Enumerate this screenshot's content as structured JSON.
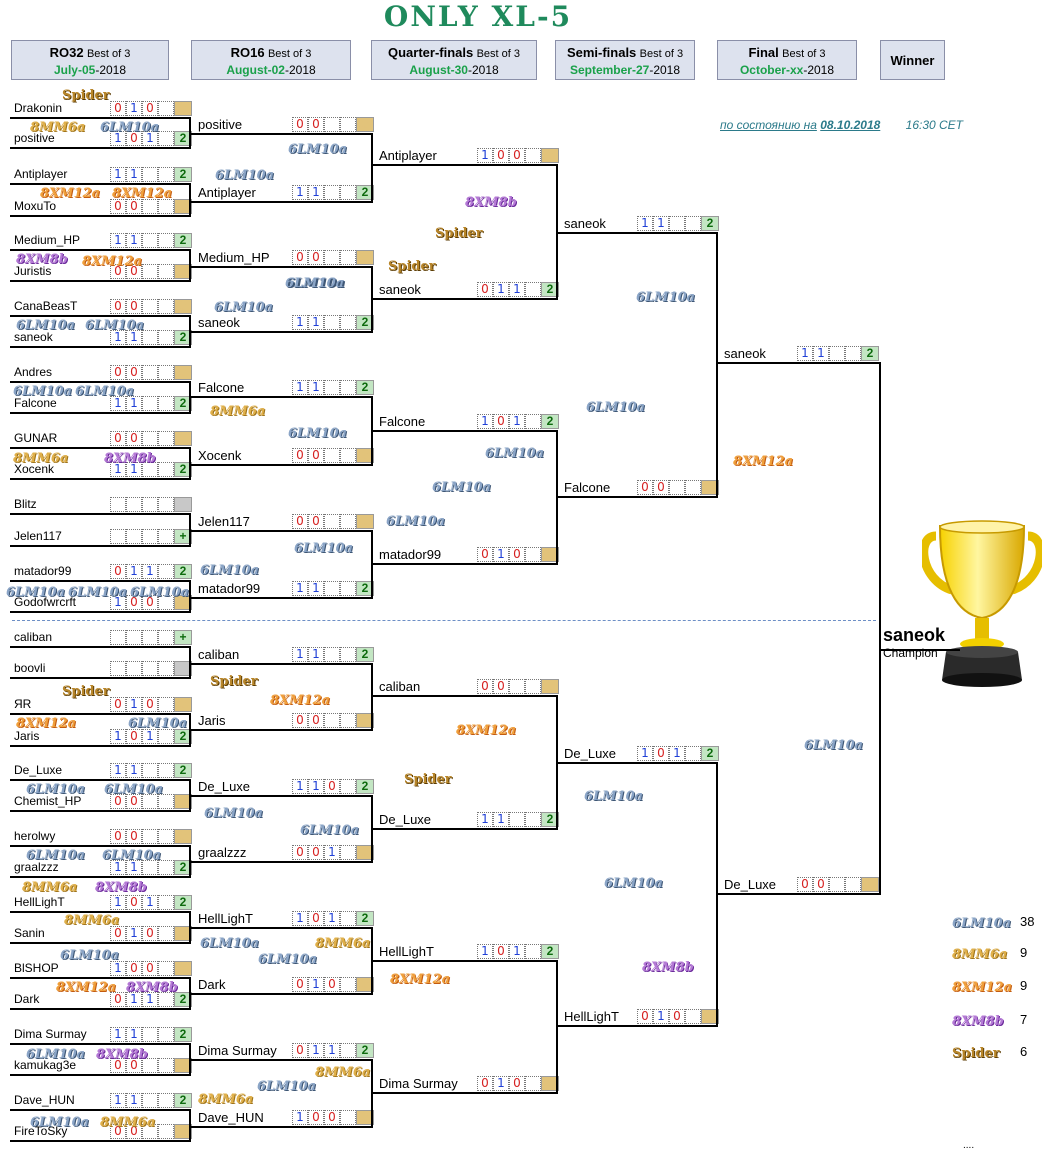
{
  "title": "ONLY XL-5",
  "status": {
    "prefix": "по состоянию на",
    "date": "08.10.2018",
    "time": "16:30 CET"
  },
  "rounds": [
    {
      "name": "RO32",
      "format": "Best of 3",
      "date": "July-05",
      "year": "-2018"
    },
    {
      "name": "RO16",
      "format": "Best of 3",
      "date": "August-02",
      "year": "-2018"
    },
    {
      "name": "Quarter-finals",
      "format": "Best of 3",
      "date": "August-30",
      "year": "-2018"
    },
    {
      "name": "Semi-finals",
      "format": "Best of 3",
      "date": "September-27",
      "year": "-2018"
    },
    {
      "name": "Final",
      "format": "Best of 3",
      "date": "October-xx",
      "year": "-2018"
    }
  ],
  "winner_header": "Winner",
  "champion": {
    "name": "saneok",
    "label": "Champion"
  },
  "colors": {
    "header_bg": "#dde2ee",
    "date_green": "#1aa14a",
    "win_box": "#c3e6c3",
    "loss_box": "#e2c37a",
    "game_win": "#1f3fd6",
    "game_loss": "#d62020"
  },
  "slots": [
    {
      "n": "Drakonin",
      "g": [
        "0",
        "1",
        "0"
      ],
      "t": "0"
    },
    {
      "n": "positive",
      "g": [
        "1",
        "0",
        "1"
      ],
      "t": "2"
    },
    {
      "n": "Antiplayer",
      "g": [
        "1",
        "1"
      ],
      "t": "2"
    },
    {
      "n": "MoxuTo",
      "g": [
        "0",
        "0"
      ],
      "t": "0"
    },
    {
      "n": "Medium_HP",
      "g": [
        "1",
        "1"
      ],
      "t": "2"
    },
    {
      "n": "Juristis",
      "g": [
        "0",
        "0"
      ],
      "t": "0"
    },
    {
      "n": "CanaBeasT",
      "g": [
        "0",
        "0"
      ],
      "t": "0"
    },
    {
      "n": "saneok",
      "g": [
        "1",
        "1"
      ],
      "t": "2"
    },
    {
      "n": "Andres",
      "g": [
        "0",
        "0"
      ],
      "t": "0"
    },
    {
      "n": "Falcone",
      "g": [
        "1",
        "1"
      ],
      "t": "2"
    },
    {
      "n": "GUNAR",
      "g": [
        "0",
        "0"
      ],
      "t": "0"
    },
    {
      "n": "Xocenk",
      "g": [
        "1",
        "1"
      ],
      "t": "2"
    },
    {
      "n": "Blitz",
      "g": [],
      "t": ""
    },
    {
      "n": "Jelen117",
      "g": [],
      "t": "+"
    },
    {
      "n": "matador99",
      "g": [
        "0",
        "1",
        "1"
      ],
      "t": "2"
    },
    {
      "n": "Godofwrcrft",
      "g": [
        "1",
        "0",
        "0"
      ],
      "t": "0"
    },
    {
      "n": "caliban",
      "g": [],
      "t": "+"
    },
    {
      "n": "boovli",
      "g": [],
      "t": ""
    },
    {
      "n": "ЯR",
      "g": [
        "0",
        "1",
        "0"
      ],
      "t": "0"
    },
    {
      "n": "Jaris",
      "g": [
        "1",
        "0",
        "1"
      ],
      "t": "2"
    },
    {
      "n": "De_Luxe",
      "g": [
        "1",
        "1"
      ],
      "t": "2"
    },
    {
      "n": "Chemist_HP",
      "g": [
        "0",
        "0"
      ],
      "t": "0"
    },
    {
      "n": "herolwy",
      "g": [
        "0",
        "0"
      ],
      "t": "0"
    },
    {
      "n": "graalzzz",
      "g": [
        "1",
        "1"
      ],
      "t": "2"
    },
    {
      "n": "HellLighT",
      "g": [
        "1",
        "0",
        "1"
      ],
      "t": "2"
    },
    {
      "n": "Sanin",
      "g": [
        "0",
        "1",
        "0"
      ],
      "t": "0"
    },
    {
      "n": "BlSHOP",
      "g": [
        "1",
        "0",
        "0"
      ],
      "t": "0"
    },
    {
      "n": "Dark",
      "g": [
        "0",
        "1",
        "1"
      ],
      "t": "2"
    },
    {
      "n": "Dima Surmay",
      "g": [
        "1",
        "1"
      ],
      "t": "2"
    },
    {
      "n": "kamukag3e",
      "g": [
        "0",
        "0"
      ],
      "t": "0"
    },
    {
      "n": "Dave_HUN",
      "g": [
        "1",
        "1"
      ],
      "t": "2"
    },
    {
      "n": "FireToSky",
      "g": [
        "0",
        "0"
      ],
      "t": "0"
    },
    {
      "n": "positive",
      "g": [
        "0",
        "0"
      ],
      "t": "0"
    },
    {
      "n": "Antiplayer",
      "g": [
        "1",
        "1"
      ],
      "t": "2"
    },
    {
      "n": "Medium_HP",
      "g": [
        "0",
        "0"
      ],
      "t": "0"
    },
    {
      "n": "saneok",
      "g": [
        "1",
        "1"
      ],
      "t": "2"
    },
    {
      "n": "Falcone",
      "g": [
        "1",
        "1"
      ],
      "t": "2"
    },
    {
      "n": "Xocenk",
      "g": [
        "0",
        "0"
      ],
      "t": "0"
    },
    {
      "n": "Jelen117",
      "g": [
        "0",
        "0"
      ],
      "t": "0"
    },
    {
      "n": "matador99",
      "g": [
        "1",
        "1"
      ],
      "t": "2"
    },
    {
      "n": "caliban",
      "g": [
        "1",
        "1"
      ],
      "t": "2"
    },
    {
      "n": "Jaris",
      "g": [
        "0",
        "0"
      ],
      "t": "0"
    },
    {
      "n": "De_Luxe",
      "g": [
        "1",
        "1",
        "0"
      ],
      "t": "2"
    },
    {
      "n": "graalzzz",
      "g": [
        "0",
        "0",
        "1"
      ],
      "t": "0"
    },
    {
      "n": "HellLighT",
      "g": [
        "1",
        "0",
        "1"
      ],
      "t": "2"
    },
    {
      "n": "Dark",
      "g": [
        "0",
        "1",
        "0"
      ],
      "t": "0"
    },
    {
      "n": "Dima Surmay",
      "g": [
        "0",
        "1",
        "1"
      ],
      "t": "2"
    },
    {
      "n": "Dave_HUN",
      "g": [
        "1",
        "0",
        "0"
      ],
      "t": "0"
    },
    {
      "n": "Antiplayer",
      "g": [
        "1",
        "0",
        "0"
      ],
      "t": "0"
    },
    {
      "n": "saneok",
      "g": [
        "0",
        "1",
        "1"
      ],
      "t": "2"
    },
    {
      "n": "Falcone",
      "g": [
        "1",
        "0",
        "1"
      ],
      "t": "2"
    },
    {
      "n": "matador99",
      "g": [
        "0",
        "1",
        "0"
      ],
      "t": "0"
    },
    {
      "n": "caliban",
      "g": [
        "0",
        "0"
      ],
      "t": "0"
    },
    {
      "n": "De_Luxe",
      "g": [
        "1",
        "1"
      ],
      "t": "2"
    },
    {
      "n": "HellLighT",
      "g": [
        "1",
        "0",
        "1"
      ],
      "t": "2"
    },
    {
      "n": "Dima Surmay",
      "g": [
        "0",
        "1",
        "0"
      ],
      "t": "0"
    },
    {
      "n": "saneok",
      "g": [
        "1",
        "1"
      ],
      "t": "2"
    },
    {
      "n": "Falcone",
      "g": [
        "0",
        "0"
      ],
      "t": "0"
    },
    {
      "n": "De_Luxe",
      "g": [
        "1",
        "0",
        "1"
      ],
      "t": "2"
    },
    {
      "n": "HellLighT",
      "g": [
        "0",
        "1",
        "0"
      ],
      "t": "0"
    },
    {
      "n": "saneok",
      "g": [
        "1",
        "1"
      ],
      "t": "2"
    },
    {
      "n": "De_Luxe",
      "g": [
        "0",
        "0"
      ],
      "t": "0"
    }
  ],
  "maps": [
    {
      "m": "Spider",
      "c": "mspider"
    },
    {
      "m": "8MM6a",
      "c": "m8a"
    },
    {
      "m": "6LM10a",
      "c": "m6"
    },
    {
      "m": "8XM12a",
      "c": "m8x"
    },
    {
      "m": "8XM12a",
      "c": "m8x"
    },
    {
      "m": "8XM8b",
      "c": "m8b"
    },
    {
      "m": "8XM12a",
      "c": "m8x"
    },
    {
      "m": "6LM10a",
      "c": "m6"
    },
    {
      "m": "6LM10a",
      "c": "m6"
    },
    {
      "m": "6LM10a",
      "c": "m6"
    },
    {
      "m": "6LM10a",
      "c": "m6"
    },
    {
      "m": "8MM6a",
      "c": "m8a"
    },
    {
      "m": "8XM8b",
      "c": "m8b"
    },
    {
      "m": "6LM10a",
      "c": "m6"
    },
    {
      "m": "6LM10a",
      "c": "m6"
    },
    {
      "m": "6LM10a",
      "c": "m6"
    },
    {
      "m": "Spider",
      "c": "mspider"
    },
    {
      "m": "8XM12a",
      "c": "m8x"
    },
    {
      "m": "6LM10a",
      "c": "m6"
    },
    {
      "m": "6LM10a",
      "c": "m6"
    },
    {
      "m": "6LM10a",
      "c": "m6"
    },
    {
      "m": "6LM10a",
      "c": "m6"
    },
    {
      "m": "6LM10a",
      "c": "m6"
    },
    {
      "m": "8MM6a",
      "c": "m8a"
    },
    {
      "m": "8XM8b",
      "c": "m8b"
    },
    {
      "m": "8MM6a",
      "c": "m8a"
    },
    {
      "m": "6LM10a",
      "c": "m6"
    },
    {
      "m": "8XM12a",
      "c": "m8x"
    },
    {
      "m": "8XM8b",
      "c": "m8b"
    },
    {
      "m": "6LM10a",
      "c": "m6"
    },
    {
      "m": "8XM8b",
      "c": "m8b"
    },
    {
      "m": "6LM10a",
      "c": "m6"
    },
    {
      "m": "8MM6a",
      "c": "m8a"
    },
    {
      "m": "6LM10a",
      "c": "m6"
    },
    {
      "m": "6LM10a",
      "c": "m6"
    },
    {
      "m": "6LM10a",
      "c": "m6"
    },
    {
      "m": "6LM10a",
      "c": "m6"
    },
    {
      "m": "8MM6a",
      "c": "m8a"
    },
    {
      "m": "6LM10a",
      "c": "m6"
    },
    {
      "m": "6LM10a",
      "c": "m6"
    },
    {
      "m": "6LM10a",
      "c": "m6"
    },
    {
      "m": "Spider",
      "c": "mspider"
    },
    {
      "m": "8XM12a",
      "c": "m8x"
    },
    {
      "m": "6LM10a",
      "c": "m6"
    },
    {
      "m": "6LM10a",
      "c": "m6"
    },
    {
      "m": "6LM10a",
      "c": "m6"
    },
    {
      "m": "8MM6a",
      "c": "m8a"
    },
    {
      "m": "6LM10a",
      "c": "m6"
    },
    {
      "m": "8MM6a",
      "c": "m8a"
    },
    {
      "m": "6LM10a",
      "c": "m6"
    },
    {
      "m": "8MM6a",
      "c": "m8a"
    },
    {
      "m": "8XM8b",
      "c": "m8b"
    },
    {
      "m": "Spider",
      "c": "mspider"
    },
    {
      "m": "Spider",
      "c": "mspider"
    },
    {
      "m": "6LM10a",
      "c": "m6"
    },
    {
      "m": "6LM10a",
      "c": "m6"
    },
    {
      "m": "6LM10a",
      "c": "m6"
    },
    {
      "m": "8XM12a",
      "c": "m8x"
    },
    {
      "m": "Spider",
      "c": "mspider"
    },
    {
      "m": "8XM12a",
      "c": "m8x"
    },
    {
      "m": "6LM10a",
      "c": "m6"
    },
    {
      "m": "6LM10a",
      "c": "m6"
    },
    {
      "m": "6LM10a",
      "c": "m6"
    },
    {
      "m": "6LM10a",
      "c": "m6"
    },
    {
      "m": "6LM10a",
      "c": "m6"
    },
    {
      "m": "8XM12a",
      "c": "m8x"
    },
    {
      "m": "8XM8b",
      "c": "m8b"
    },
    {
      "m": "6LM10a",
      "c": "m6"
    }
  ],
  "legend": [
    {
      "m": "6LM10a",
      "c": "m6",
      "count": "38"
    },
    {
      "m": "8MM6a",
      "c": "m8a",
      "count": "9"
    },
    {
      "m": "8XM12a",
      "c": "m8x",
      "count": "9"
    },
    {
      "m": "8XM8b",
      "c": "m8b",
      "count": "7"
    },
    {
      "m": "Spider",
      "c": "mspider",
      "count": "6"
    }
  ],
  "ellipsis": "...."
}
